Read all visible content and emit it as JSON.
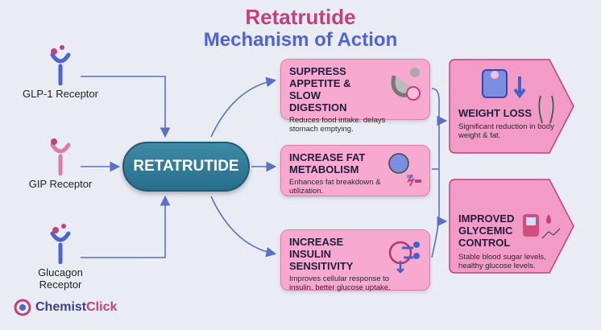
{
  "title": {
    "line1": "Retatrutide",
    "line2": "Mechanism of Action"
  },
  "receptors": [
    {
      "label": "GLP-1 Receptor",
      "color": "#4f63d8"
    },
    {
      "label": "GIP Receptor",
      "color": "#e07aa8"
    },
    {
      "label": "Glucagon Receptor",
      "color": "#4f63d8"
    }
  ],
  "center": {
    "label": "RETATRUTIDE"
  },
  "mechanisms": [
    {
      "title": "SUPPRESS APPETITE & SLOW DIGESTION",
      "desc": "Reduces food intake. delays stomach emptying."
    },
    {
      "title": "INCREASE FAT METABOLISM",
      "desc": "Enhances fat breakdown & utilization."
    },
    {
      "title": "INCREASE INSULIN SENSITIVITY",
      "desc": "Improves cellular response to insulin. better glucose uptake."
    }
  ],
  "outcomes": [
    {
      "title": "WEIGHT LOSS",
      "desc": "Significant reduction in body weight & fat."
    },
    {
      "title": "IMPROVED GLYCEMIC CONTROL",
      "desc": "Stable blood sugar levels, healthy glucose levels."
    }
  ],
  "logo": {
    "part1": "Chemist",
    "part2": "Click"
  }
}
